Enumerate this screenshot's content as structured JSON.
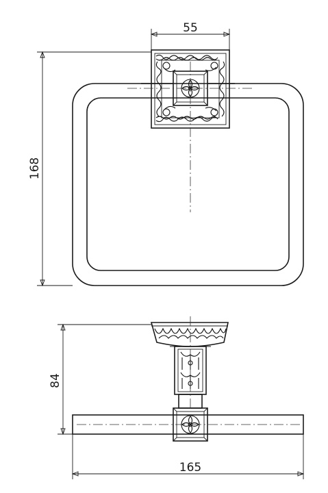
{
  "dimensions": {
    "width_top": "55",
    "height_front": "168",
    "depth_side": "84",
    "width_bottom": "165"
  },
  "colors": {
    "ink": "#1a1a1a",
    "background": "#ffffff"
  }
}
